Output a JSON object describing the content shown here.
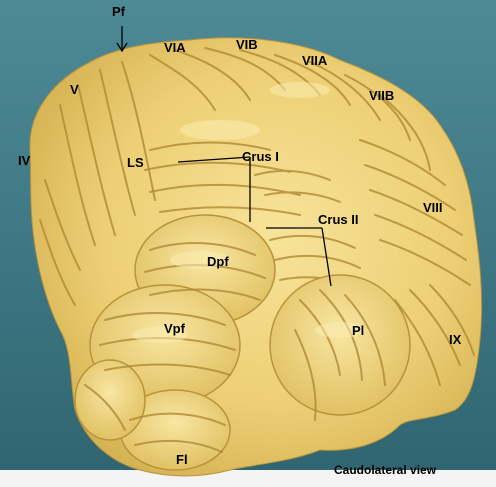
{
  "labels": {
    "pf": "Pf",
    "via": "VIA",
    "vib": "VIB",
    "viia": "VIIA",
    "viib": "VIIB",
    "v": "V",
    "iv": "IV",
    "ls": "LS",
    "crus1": "Crus I",
    "crus2": "Crus II",
    "viii": "VIII",
    "dpf": "Dpf",
    "vpf": "Vpf",
    "pl": "Pl",
    "ix": "IX",
    "fl": "Fl"
  },
  "caption": "Caudolateral view",
  "colors": {
    "background": "#3E7A86",
    "tissue": "#EFD27A",
    "tissue_shadow": "#C9A444",
    "tissue_highlight": "#FBEDB0",
    "label": "#000000"
  }
}
